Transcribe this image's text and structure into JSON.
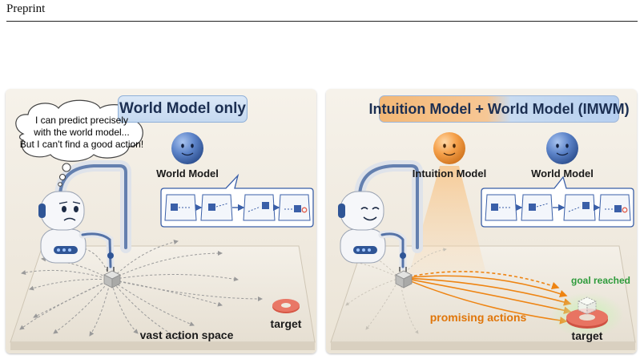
{
  "header": {
    "text": "Preprint"
  },
  "left_panel": {
    "title": "World Model only",
    "thought_line1": "I can predict precisely",
    "thought_line2": "with the world model...",
    "thought_line3": "But I can't find a good action!",
    "world_model_label": "World Model",
    "action_space_label": "vast action space",
    "target_label": "target"
  },
  "right_panel": {
    "title": "Intuition Model + World Model (IMWM)",
    "intuition_model_label": "Intuition Model",
    "world_model_label": "World Model",
    "promising_label": "promising actions",
    "goal_label": "goal reached",
    "target_label": "target"
  },
  "colors": {
    "world_model_orb": "#4a6fb5",
    "intuition_model_orb": "#f0922e",
    "robot_blue": "#2f5596",
    "arrow_orange": "#ee8412",
    "target_red": "#e06050",
    "goal_green": "#2e9b3b",
    "dashed_gray": "#9a9a9a"
  },
  "icons": [
    "robot-arm-icon",
    "thought-bubble-icon",
    "world-model-face-icon",
    "intuition-model-face-icon",
    "cube-icon",
    "target-ring-icon"
  ]
}
